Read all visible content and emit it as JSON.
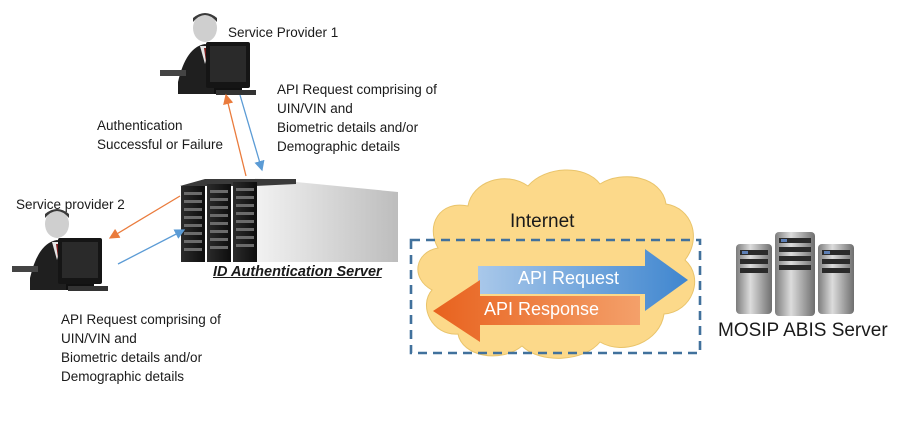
{
  "nodes": {
    "service_provider_1": "Service Provider 1",
    "service_provider_2": "Service provider 2",
    "id_auth_server": "ID Authentication Server",
    "internet": "Internet",
    "abis_server": "MOSIP ABIS Server"
  },
  "annotations": {
    "request_top": [
      "API Request comprising of",
      "UIN/VIN and",
      "Biometric details and/or",
      "Demographic details"
    ],
    "auth_result": [
      "Authentication",
      "Successful or Failure"
    ],
    "request_bottom": [
      "API Request comprising of",
      "UIN/VIN and",
      "Biometric details and/or",
      "Demographic details"
    ]
  },
  "flows": {
    "api_request": "API Request",
    "api_response": "API Response"
  },
  "colors": {
    "orange": "#ea7b3c",
    "blue": "#5b9bd5",
    "cloud": "#fcd98a",
    "dashed_box": "#41719c"
  },
  "icons": [
    "person-at-computer-icon",
    "server-rack-icon",
    "cloud-icon",
    "server-tower-icon"
  ]
}
